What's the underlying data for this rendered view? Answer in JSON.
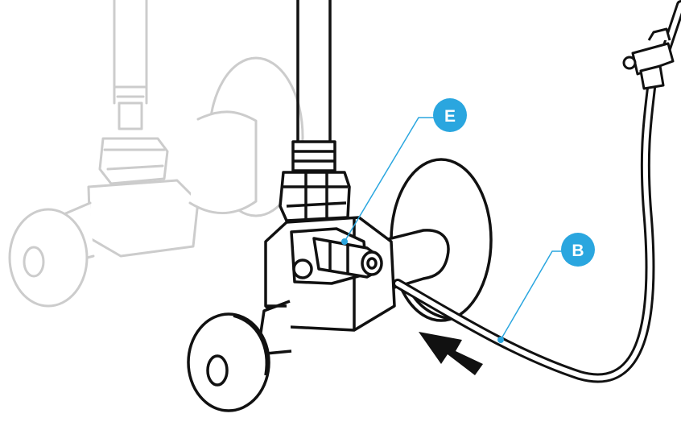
{
  "callouts": [
    {
      "id": "E",
      "label": "E",
      "color": "#2aa6df"
    },
    {
      "id": "B",
      "label": "B",
      "color": "#2aa6df"
    }
  ],
  "colors": {
    "outline": "#111111",
    "faded_outline": "#c9c9c9",
    "callout_line": "#2aa6df",
    "tube_fill": "#ffffff",
    "arrow": "#111111"
  },
  "icons": {
    "arrow": "arrow-pointing-up-left",
    "faded_valve": "previous-valve-position",
    "valve": "angle-stop-valve",
    "tubing": "water-supply-tubing"
  }
}
